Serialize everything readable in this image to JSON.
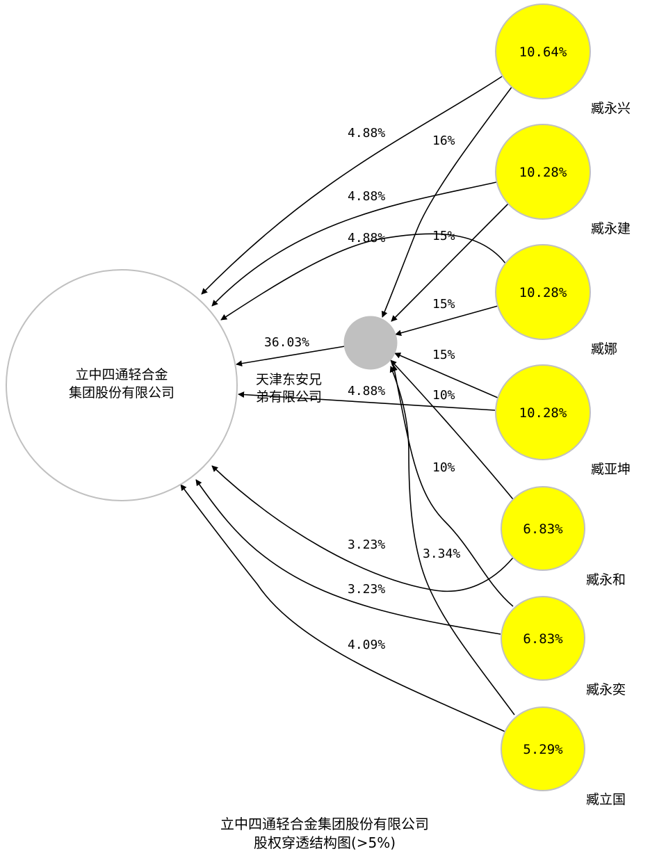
{
  "company": {
    "name_line1": "立中四通轻合金",
    "name_line2": "集团股份有限公司"
  },
  "intermediate": {
    "name_line1": "天津东安兄",
    "name_line2": "弟有限公司"
  },
  "shareholders": [
    {
      "name": "臧永兴",
      "percent": "10.64%"
    },
    {
      "name": "臧永建",
      "percent": "10.28%"
    },
    {
      "name": "臧娜",
      "percent": "10.28%"
    },
    {
      "name": "臧亚坤",
      "percent": "10.28%"
    },
    {
      "name": "臧永和",
      "percent": "6.83%"
    },
    {
      "name": "臧永奕",
      "percent": "6.83%"
    },
    {
      "name": "臧立国",
      "percent": "5.29%"
    }
  ],
  "edges": {
    "xing_company": "4.88%",
    "xing_dongan": "16%",
    "jian_company": "4.88%",
    "jian_dongan": "15%",
    "na_company": "4.88%",
    "na_dongan": "15%",
    "kun_company": "4.88%",
    "kun_dongan": "15%",
    "he_company": "3.23%",
    "he_dongan": "10%",
    "yi_company": "3.23%",
    "yi_dongan": "10%",
    "guo_company": "4.09%",
    "guo_dongan": "3.34%",
    "dongan_company": "36.03%"
  },
  "caption": {
    "line1": "立中四通轻合金集团股份有限公司",
    "line2": "股权穿透结构图(>5%)"
  },
  "colors": {
    "shareholder_fill": "#ffff00",
    "node_stroke": "#c0c0c0",
    "intermediate_fill": "#c0c0c0",
    "company_fill": "#ffffff",
    "edge": "#000000"
  }
}
